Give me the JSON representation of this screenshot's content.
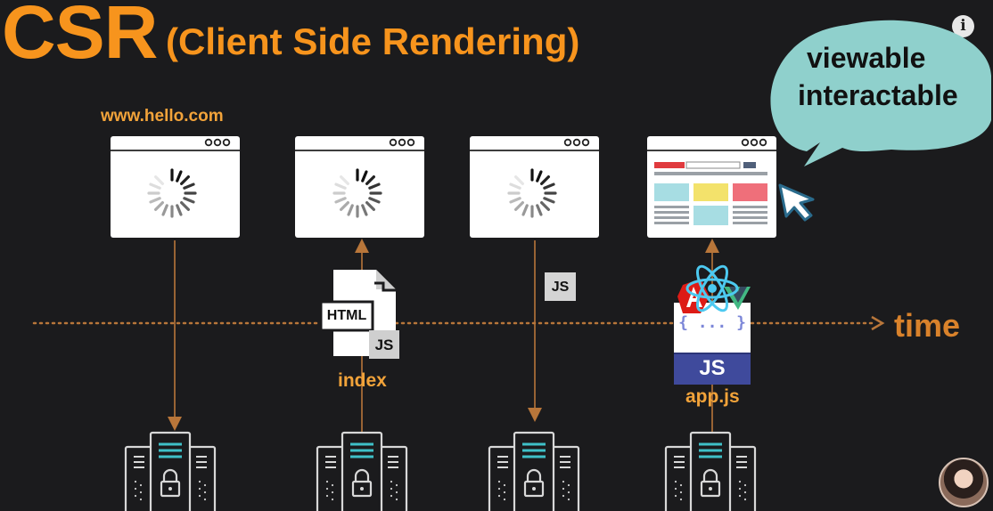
{
  "title": {
    "main": "CSR",
    "subtitle": "(Client Side Rendering)"
  },
  "url_label": "www.hello.com",
  "timeline": {
    "label": "time"
  },
  "files": {
    "html_label": "HTML",
    "js_label": "JS",
    "index_label": "index",
    "appjs_label": "app.js",
    "js_badge_label": "JS",
    "appjs_icon_label": "JS",
    "braces_label": "{ ... }"
  },
  "speech_bubble": {
    "line1": "viewable",
    "line2": "interactable"
  },
  "colors": {
    "accent_orange": "#f7941d",
    "label_orange": "#f2a33a",
    "arrow_brown": "#b8763a",
    "bubble_teal": "#8fd0cc",
    "server_teal": "#3fc0c8",
    "react_blue": "#4cc9f0",
    "vue_green": "#42b883",
    "angular_red": "#dd1b16",
    "js_purple": "#3f4a9c"
  },
  "icons": {
    "info": "info-icon",
    "cursor": "mouse-cursor-icon",
    "spinner": "loading-spinner-icon",
    "server": "server-icon",
    "lock": "lock-icon",
    "react": "react-icon",
    "angular": "angular-icon",
    "vue": "vue-icon"
  },
  "info_badge": "i"
}
